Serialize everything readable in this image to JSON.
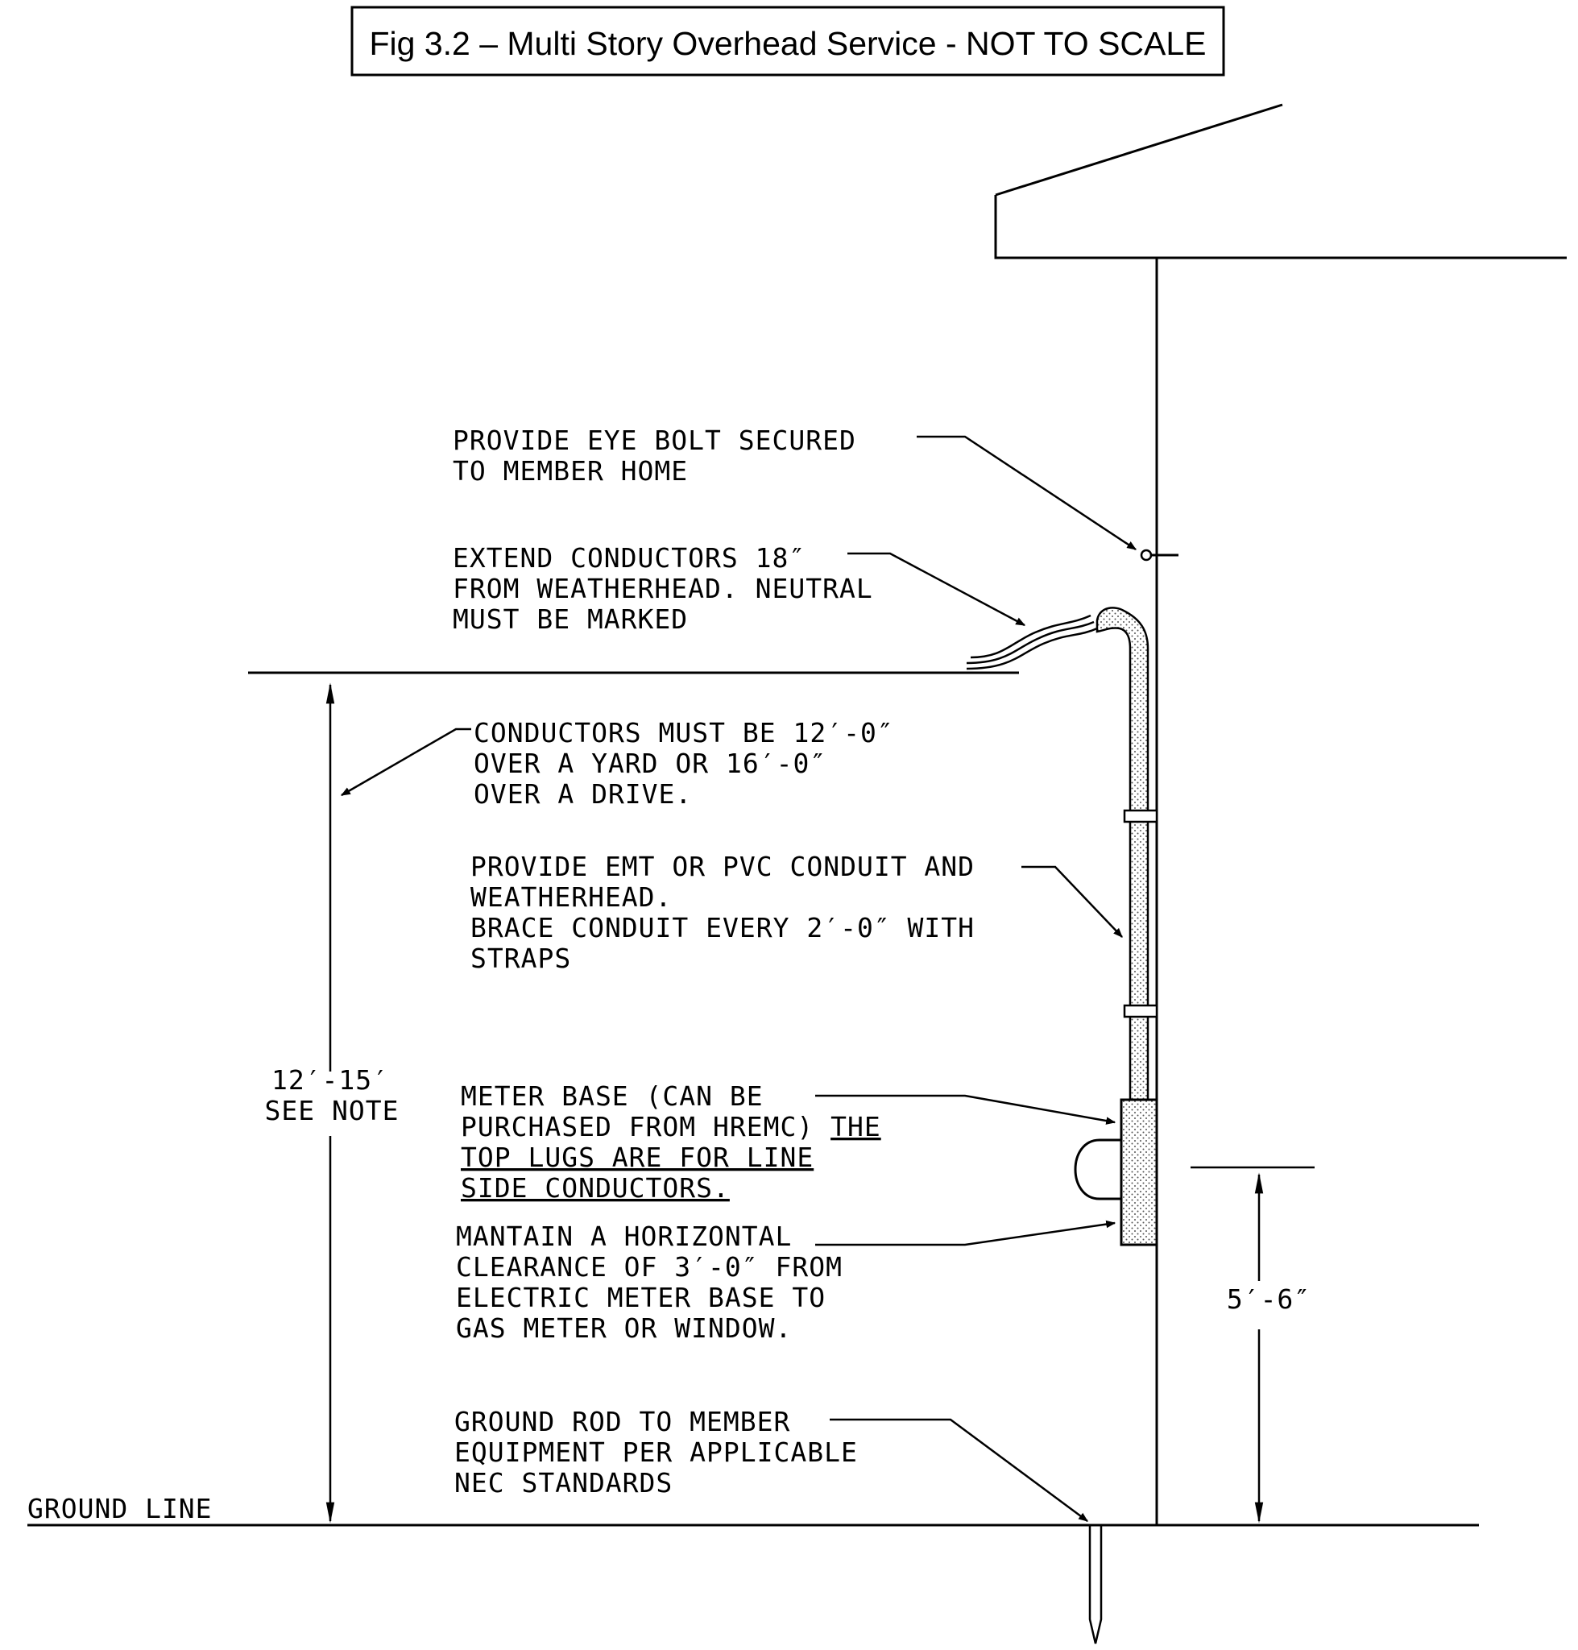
{
  "title": "Fig 3.2 – Multi Story Overhead Service - NOT TO SCALE",
  "notes": {
    "eye_bolt": [
      "PROVIDE EYE BOLT SECURED",
      "TO MEMBER HOME"
    ],
    "extend_conductors": [
      "EXTEND CONDUCTORS 18″",
      "FROM WEATHERHEAD. NEUTRAL",
      "MUST BE MARKED"
    ],
    "clearance_height": [
      "CONDUCTORS MUST BE 12′-0″",
      "OVER A YARD OR 16′-0″",
      "OVER A DRIVE."
    ],
    "conduit": [
      "PROVIDE EMT OR PVC CONDUIT AND",
      "WEATHERHEAD.",
      "BRACE CONDUIT EVERY 2′-0″ WITH",
      "STRAPS"
    ],
    "meter_base": [
      "METER BASE (CAN BE",
      "PURCHASED FROM HREMC) ",
      "THE",
      "TOP LUGS ARE FOR LINE",
      "SIDE CONDUCTORS."
    ],
    "horizontal_clearance": [
      "MANTAIN A HORIZONTAL",
      "CLEARANCE OF 3′-0″ FROM",
      "ELECTRIC METER BASE TO",
      "GAS METER OR WINDOW."
    ],
    "ground_rod": [
      "GROUND ROD TO MEMBER",
      "EQUIPMENT PER APPLICABLE",
      "NEC STANDARDS"
    ]
  },
  "dimensions": {
    "overall": [
      "12′-15′",
      "SEE NOTE"
    ],
    "meter_height": "5′-6″"
  },
  "ground_label": "GROUND LINE"
}
